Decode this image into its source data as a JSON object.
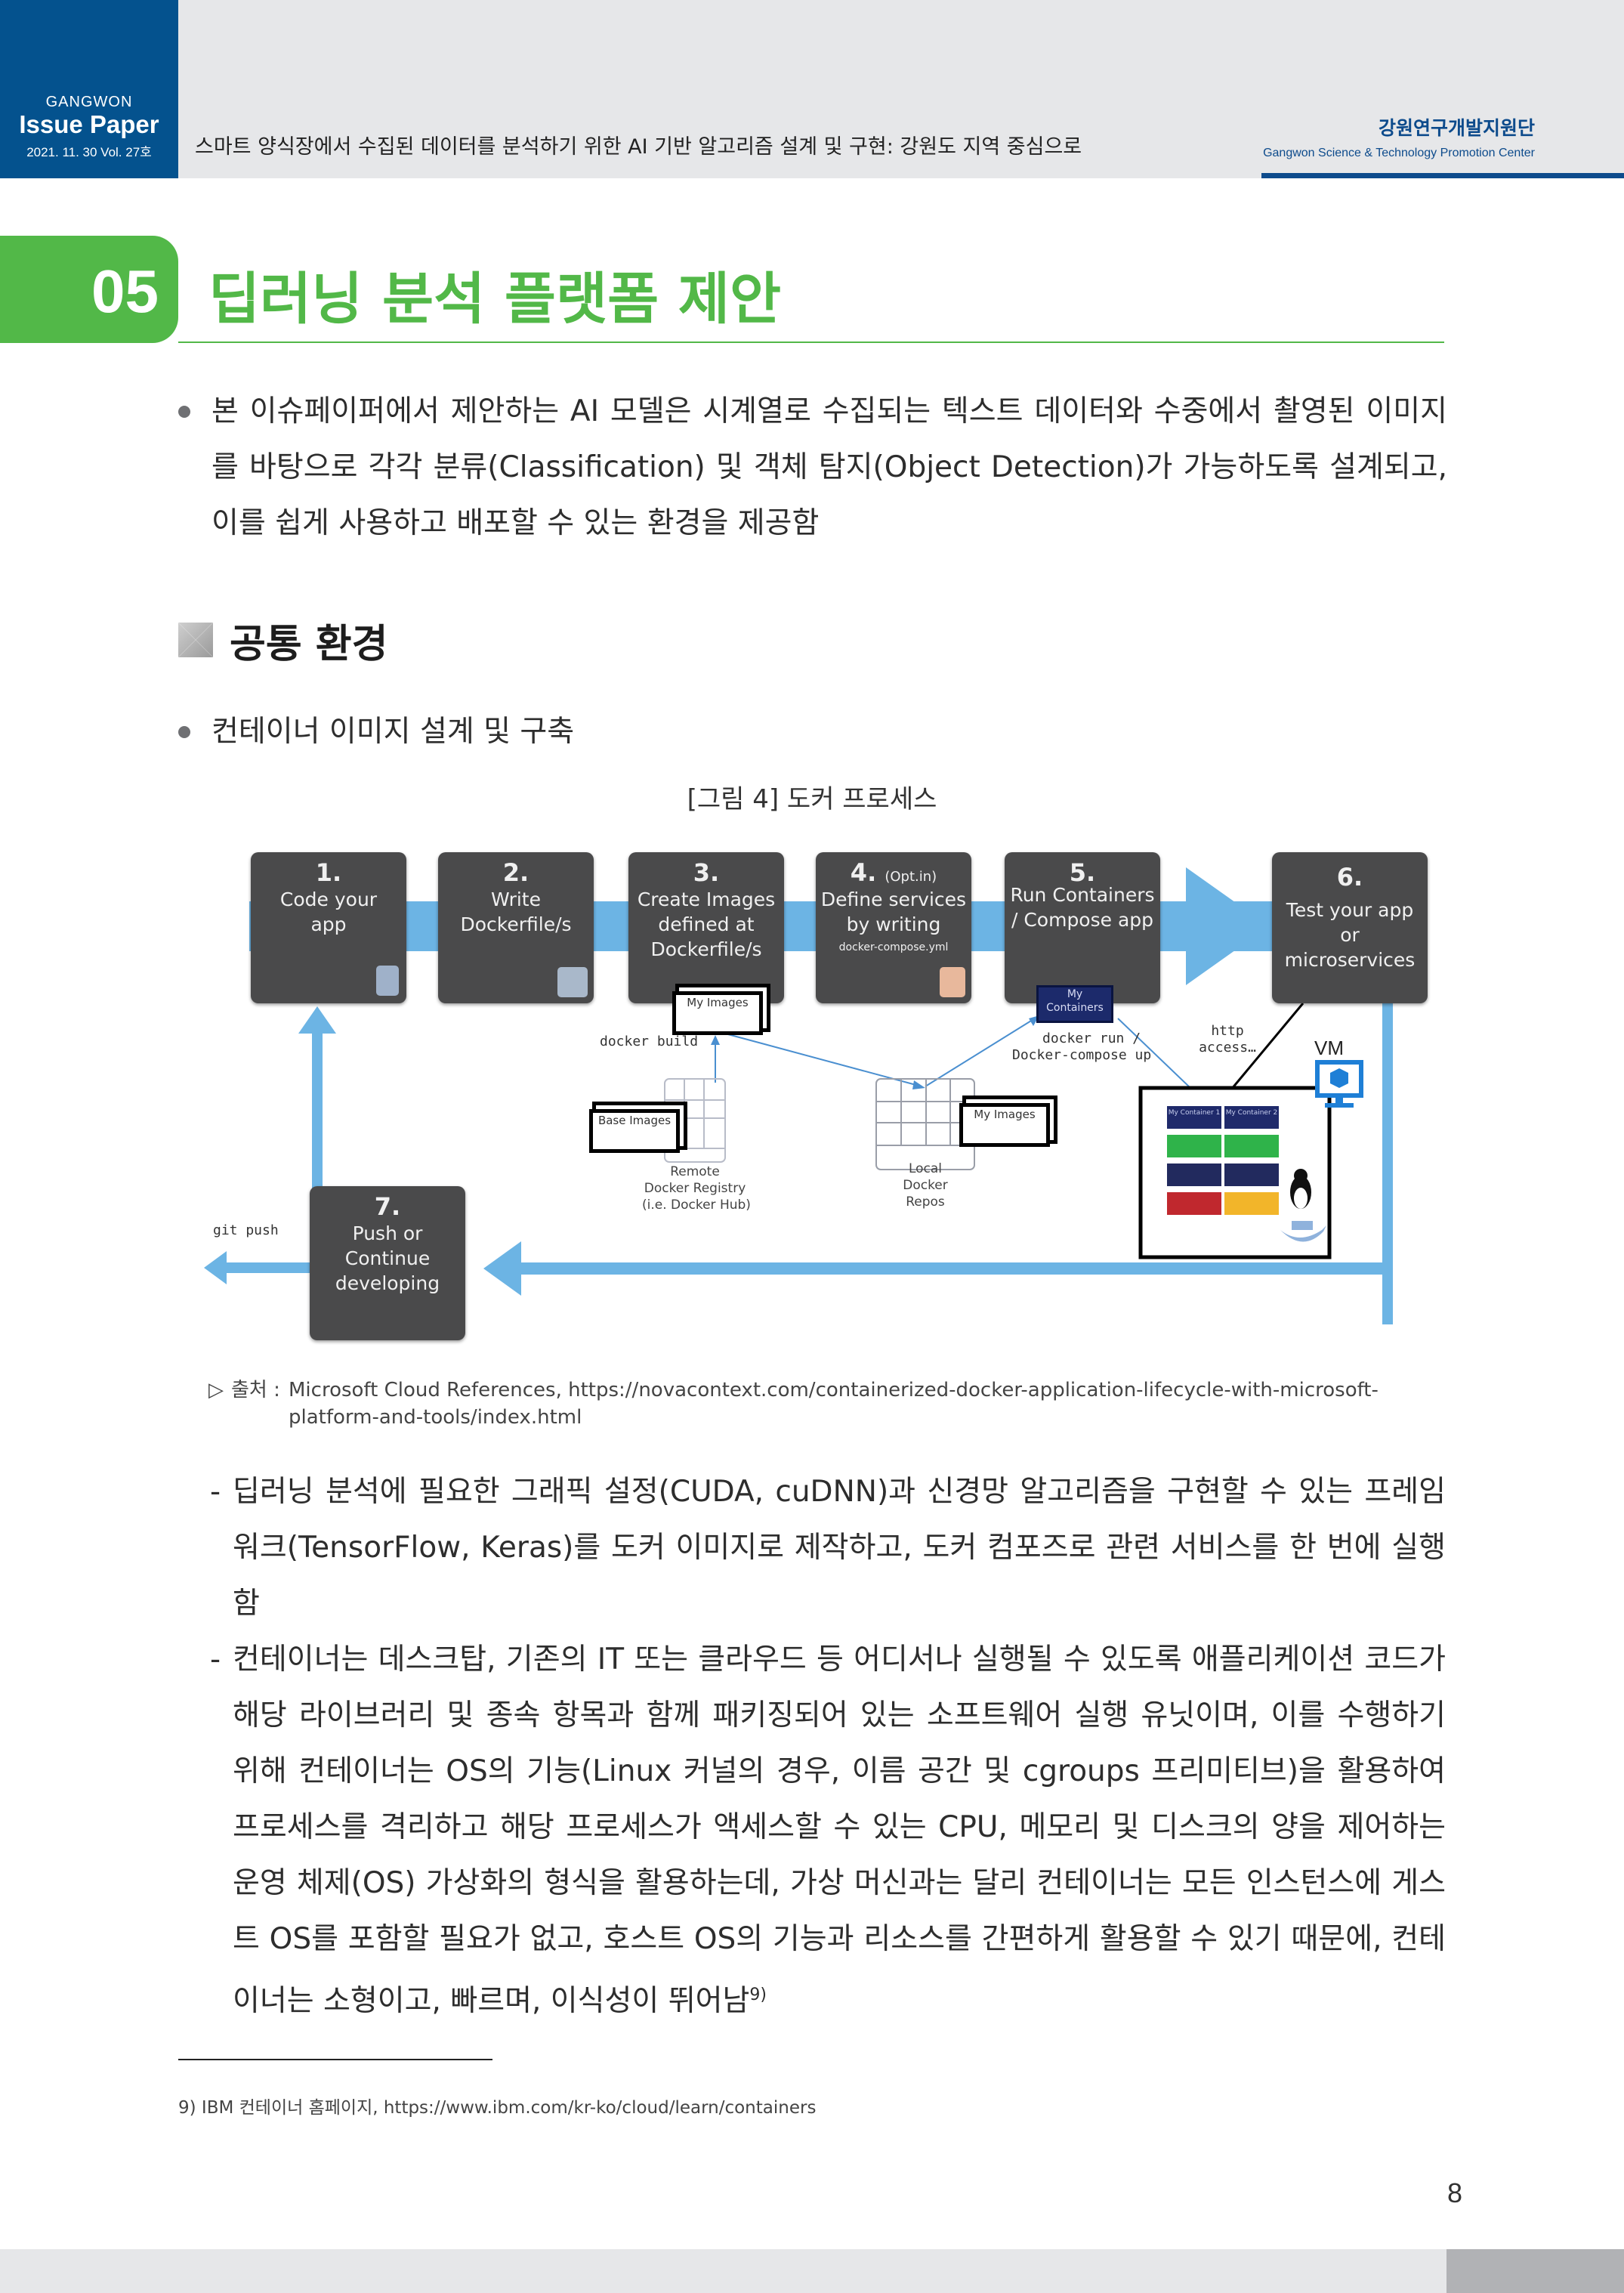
{
  "header": {
    "brand_top": "GANGWON",
    "brand_name": "Issue Paper",
    "brand_date": "2021. 11. 30  Vol. 27호",
    "doc_title": "스마트 양식장에서 수집된 데이터를 분석하기 위한 AI 기반 알고리즘 설계 및 구현: 강원도 지역 중심으로",
    "org_ko": "강원연구개발지원단",
    "org_en": "Gangwon Science & Technology Promotion Center"
  },
  "section": {
    "number": "05",
    "title": "딥러닝 분석 플랫폼 제안"
  },
  "intro_bullet": "본 이슈페이퍼에서 제안하는 AI 모델은 시계열로 수집되는 텍스트 데이터와 수중에서 촬영된 이미지를 바탕으로 각각 분류(Classification) 및 객체 탐지(Object Detection)가 가능하도록 설계되고, 이를 쉽게 사용하고 배포할 수 있는 환경을 제공함",
  "subheading": "공통 환경",
  "sub_bullet": "컨테이너 이미지 설계 및 구축",
  "figure": {
    "caption": "[그림 4] 도커 프로세스",
    "steps": [
      {
        "num": "1.",
        "label": "Code your app",
        "icon": "document-icon"
      },
      {
        "num": "2.",
        "label": "Write Dockerfile/s",
        "icon": "docker-whale-icon"
      },
      {
        "num": "3.",
        "label": "Create Images defined at Dockerfile/s",
        "icon": ""
      },
      {
        "num": "4.",
        "opt": "(Opt.in)",
        "label": "Define services by writing",
        "sub": "docker-compose.yml",
        "icon": "compose-icon"
      },
      {
        "num": "5.",
        "label": "Run Containers / Compose app",
        "icon": ""
      },
      {
        "num": "6.",
        "label": "Test your app or microservices",
        "icon": ""
      },
      {
        "num": "7.",
        "label": "Push or Continue developing",
        "icon": ""
      }
    ],
    "my_images": "My Images",
    "base_images": "Base Images",
    "my_containers": "My Containers",
    "docker_build": "docker build",
    "docker_run": "docker run /",
    "docker_compose_up": "Docker-compose up",
    "http_access_1": "http",
    "http_access_2": "access…",
    "git_push": "git push",
    "remote_registry": [
      "Remote",
      "Docker Registry",
      "(i.e. Docker Hub)"
    ],
    "local_repos": [
      "Local",
      "Docker",
      "Repos"
    ],
    "vm_label": "VM",
    "container_1": "My Container 1",
    "container_2": "My Container 2",
    "layer_colors": [
      "#1f2a6b",
      "#2fb34a",
      "#222a5e",
      "#c0282e",
      "#f2b52a"
    ]
  },
  "source": {
    "marker": "▷",
    "label": "출처 :",
    "text": "Microsoft Cloud References, https://novacontext.com/containerized-docker-application-lifecycle-with-microsoft-platform-and-tools/index.html"
  },
  "paragraphs": [
    "딥러닝 분석에 필요한 그래픽 설정(CUDA, cuDNN)과 신경망 알고리즘을 구현할 수 있는 프레임워크(TensorFlow, Keras)를 도커 이미지로 제작하고, 도커 컴포즈로 관련 서비스를 한 번에 실행함",
    "컨테이너는 데스크탑, 기존의 IT 또는 클라우드 등 어디서나 실행될 수 있도록 애플리케이션 코드가 해당 라이브러리 및 종속 항목과 함께 패키징되어 있는 소프트웨어 실행 유닛이며, 이를 수행하기 위해 컨테이너는 OS의 기능(Linux 커널의 경우, 이름 공간 및 cgroups 프리미티브)을 활용하여 프로세스를 격리하고 해당 프로세스가 액세스할 수 있는 CPU, 메모리 및 디스크의 양을 제어하는 운영 체제(OS) 가상화의 형식을 활용하는데, 가상 머신과는 달리 컨테이너는 모든 인스턴스에 게스트 OS를 포함할 필요가 없고, 호스트 OS의 기능과 리소스를 간편하게 활용할 수 있기 때문에, 컨테이너는 소형이고, 빠르며, 이식성이 뛰어남"
  ],
  "paragraph_dash": "-",
  "footnote_ref": "9)",
  "footnote": "9) IBM 컨테이너 홈페이지, https://www.ibm.com/kr-ko/cloud/learn/containers",
  "page_number": "8",
  "colors": {
    "brand_blue": "#04528e",
    "org_blue": "#0d4b8c",
    "section_green": "#52b848",
    "flow_arrow_blue": "#6cb4e4",
    "step_box_gray": "#4a4a4b"
  }
}
